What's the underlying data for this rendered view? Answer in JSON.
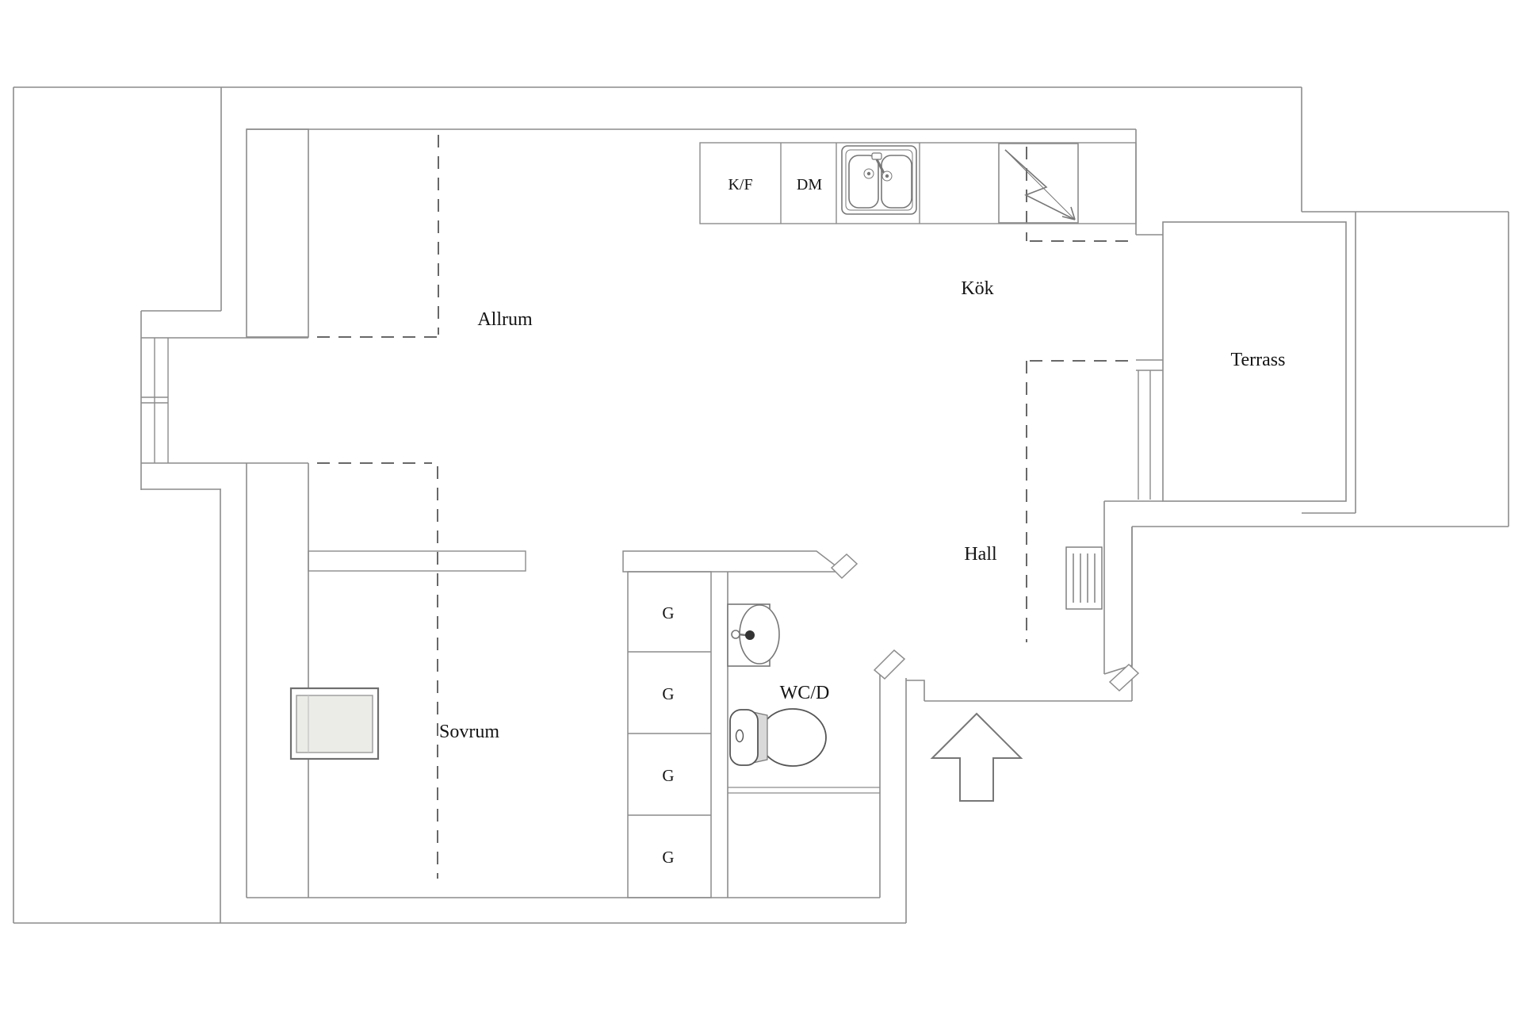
{
  "plan": {
    "type": "apartment-floor-plan",
    "rooms": {
      "allrum": {
        "label": "Allrum"
      },
      "kok": {
        "label": "Kök"
      },
      "terrass": {
        "label": "Terrass"
      },
      "hall": {
        "label": "Hall"
      },
      "sovrum": {
        "label": "Sovrum"
      },
      "wcd": {
        "label": "WC/D"
      }
    },
    "kitchen": {
      "kf_label": "K/F",
      "dm_label": "DM"
    },
    "closets": {
      "labels": [
        "G",
        "G",
        "G",
        "G"
      ]
    },
    "colors": {
      "wall": "#8c8c8c",
      "dashed": "#686868",
      "fixture": "#777777",
      "text": "#141414",
      "roof_window_fill": "#ebebe8",
      "toilet_shade": "#d9d9d9"
    }
  }
}
